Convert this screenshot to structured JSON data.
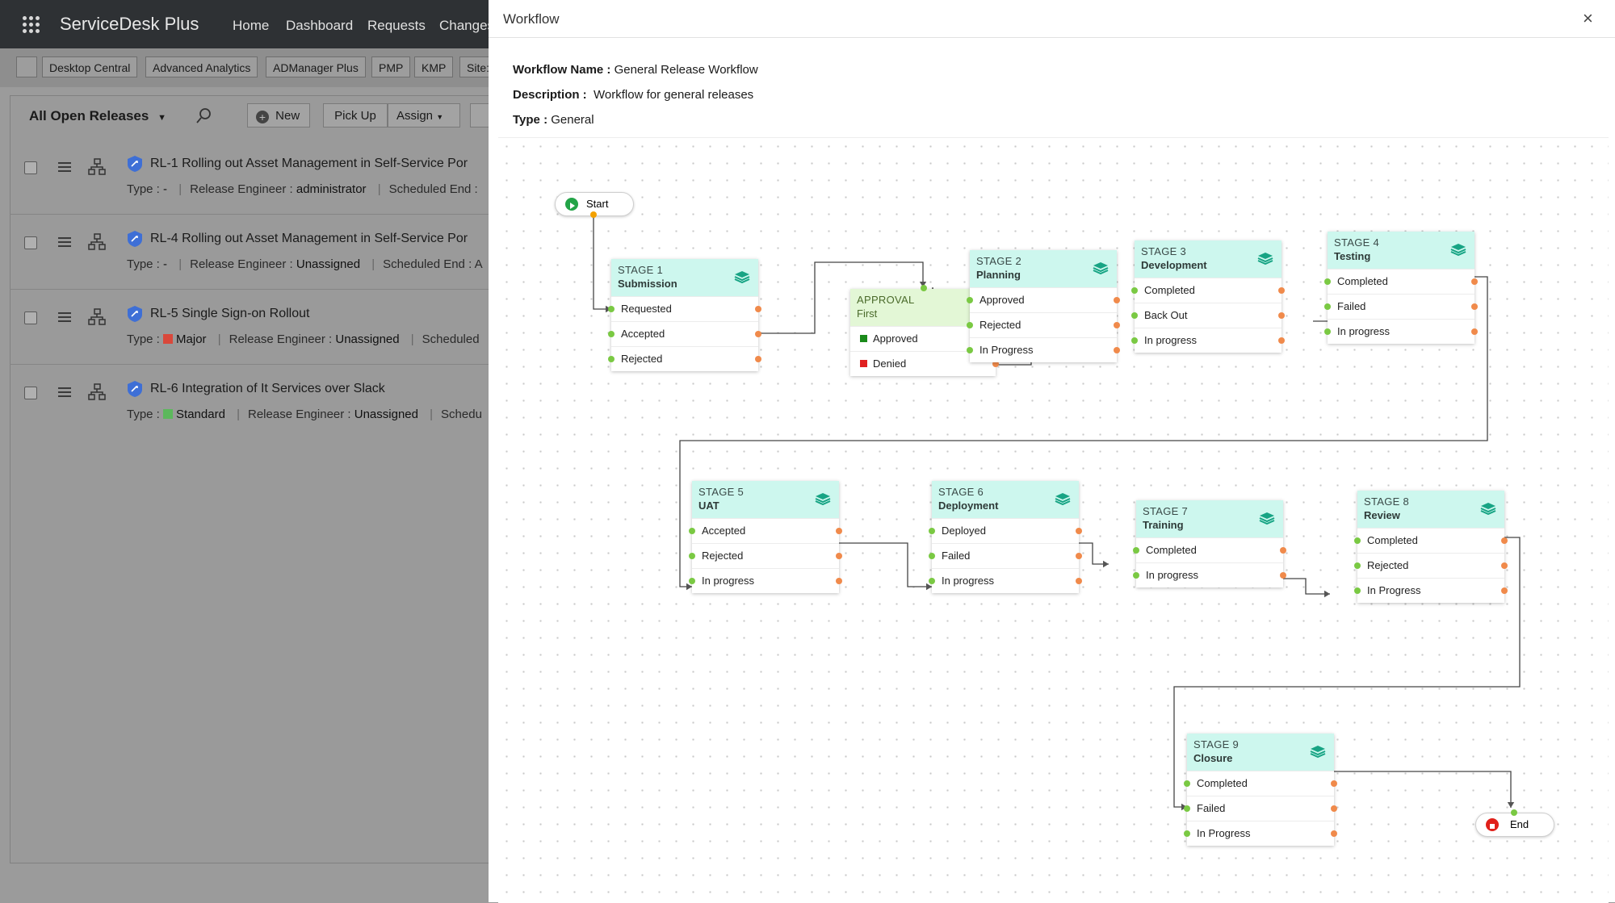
{
  "app": {
    "brand": "ServiceDesk Plus",
    "nav": [
      "Home",
      "Dashboard",
      "Requests",
      "Changes"
    ],
    "toolbar": [
      "Desktop Central",
      "Advanced Analytics",
      "ADManager Plus",
      "PMP",
      "KMP",
      "Site:"
    ],
    "list_title": "All Open Releases",
    "buttons": {
      "new": "New",
      "pickup": "Pick Up",
      "assign": "Assign"
    },
    "rows": [
      {
        "title": "RL-1 Rolling out Asset Management in Self-Service Por",
        "type_label": "Type : ",
        "type": "-",
        "re_label": "Release Engineer : ",
        "engineer": "administrator",
        "sched": "Scheduled End :"
      },
      {
        "title": "RL-4 Rolling out Asset Management in Self-Service Por",
        "type_label": "Type : ",
        "type": "-",
        "re_label": "Release Engineer : ",
        "engineer": "Unassigned",
        "sched": "Scheduled End : A"
      },
      {
        "title": "RL-5 Single Sign-on Rollout",
        "type_label": "Type : ",
        "type": "Major",
        "re_label": "Release Engineer : ",
        "engineer": "Unassigned",
        "sched": "Scheduled",
        "type_color": "#d9483b"
      },
      {
        "title": "RL-6 Integration of It Services over Slack",
        "type_label": "Type : ",
        "type": "Standard",
        "re_label": "Release Engineer : ",
        "engineer": "Unassigned",
        "sched": "Schedu",
        "type_color": "#5cb85c"
      }
    ]
  },
  "dialog": {
    "title": "Workflow",
    "close": "×",
    "name_label": "Workflow Name : ",
    "name": "General Release Workflow",
    "desc_label": "Description : ",
    "desc": "Workflow for general releases",
    "type_label": "Type : ",
    "type": "General"
  },
  "workflow": {
    "start": "Start",
    "end": "End",
    "approval": {
      "kind": "APPROVAL",
      "name": "First",
      "statuses": [
        "Approved",
        "Denied"
      ],
      "status_colors": [
        "#1a8a1a",
        "#e02020"
      ]
    },
    "stages": [
      {
        "stage": "STAGE 1",
        "name": "Submission",
        "statuses": [
          "Requested",
          "Accepted",
          "Rejected"
        ]
      },
      {
        "stage": "STAGE 2",
        "name": "Planning",
        "statuses": [
          "Approved",
          "Rejected",
          "In Progress"
        ]
      },
      {
        "stage": "STAGE 3",
        "name": "Development",
        "statuses": [
          "Completed",
          "Back Out",
          "In progress"
        ]
      },
      {
        "stage": "STAGE 4",
        "name": "Testing",
        "statuses": [
          "Completed",
          "Failed",
          "In progress"
        ]
      },
      {
        "stage": "STAGE 5",
        "name": "UAT",
        "statuses": [
          "Accepted",
          "Rejected",
          "In progress"
        ]
      },
      {
        "stage": "STAGE 6",
        "name": "Deployment",
        "statuses": [
          "Deployed",
          "Failed",
          "In progress"
        ]
      },
      {
        "stage": "STAGE 7",
        "name": "Training",
        "statuses": [
          "Completed",
          "In progress"
        ]
      },
      {
        "stage": "STAGE 8",
        "name": "Review",
        "statuses": [
          "Completed",
          "Rejected",
          "In Progress"
        ]
      },
      {
        "stage": "STAGE 9",
        "name": "Closure",
        "statuses": [
          "Completed",
          "Failed",
          "In Progress"
        ]
      }
    ]
  }
}
